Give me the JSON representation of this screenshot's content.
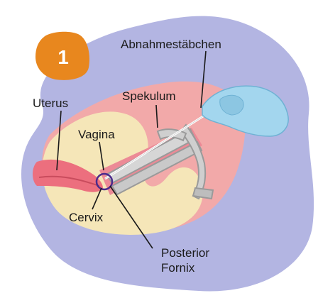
{
  "step_badge": {
    "number": "1",
    "color": "#e8871e"
  },
  "labels": {
    "swab": "Abnahmestäbchen",
    "speculum": "Spekulum",
    "uterus": "Uterus",
    "vagina": "Vagina",
    "cervix": "Cervix",
    "posterior_fornix_line1": "Posterior",
    "posterior_fornix_line2": "Fornix"
  },
  "colors": {
    "background_blob": "#b3b5e2",
    "tissue_light": "#f5e6b8",
    "tissue_pink": "#f2a9a9",
    "uterus_pink": "#ec6f7e",
    "glove": "#a3d6ee",
    "speculum": "#c9c9c9",
    "cervix_marker": "#4b2a8c"
  }
}
